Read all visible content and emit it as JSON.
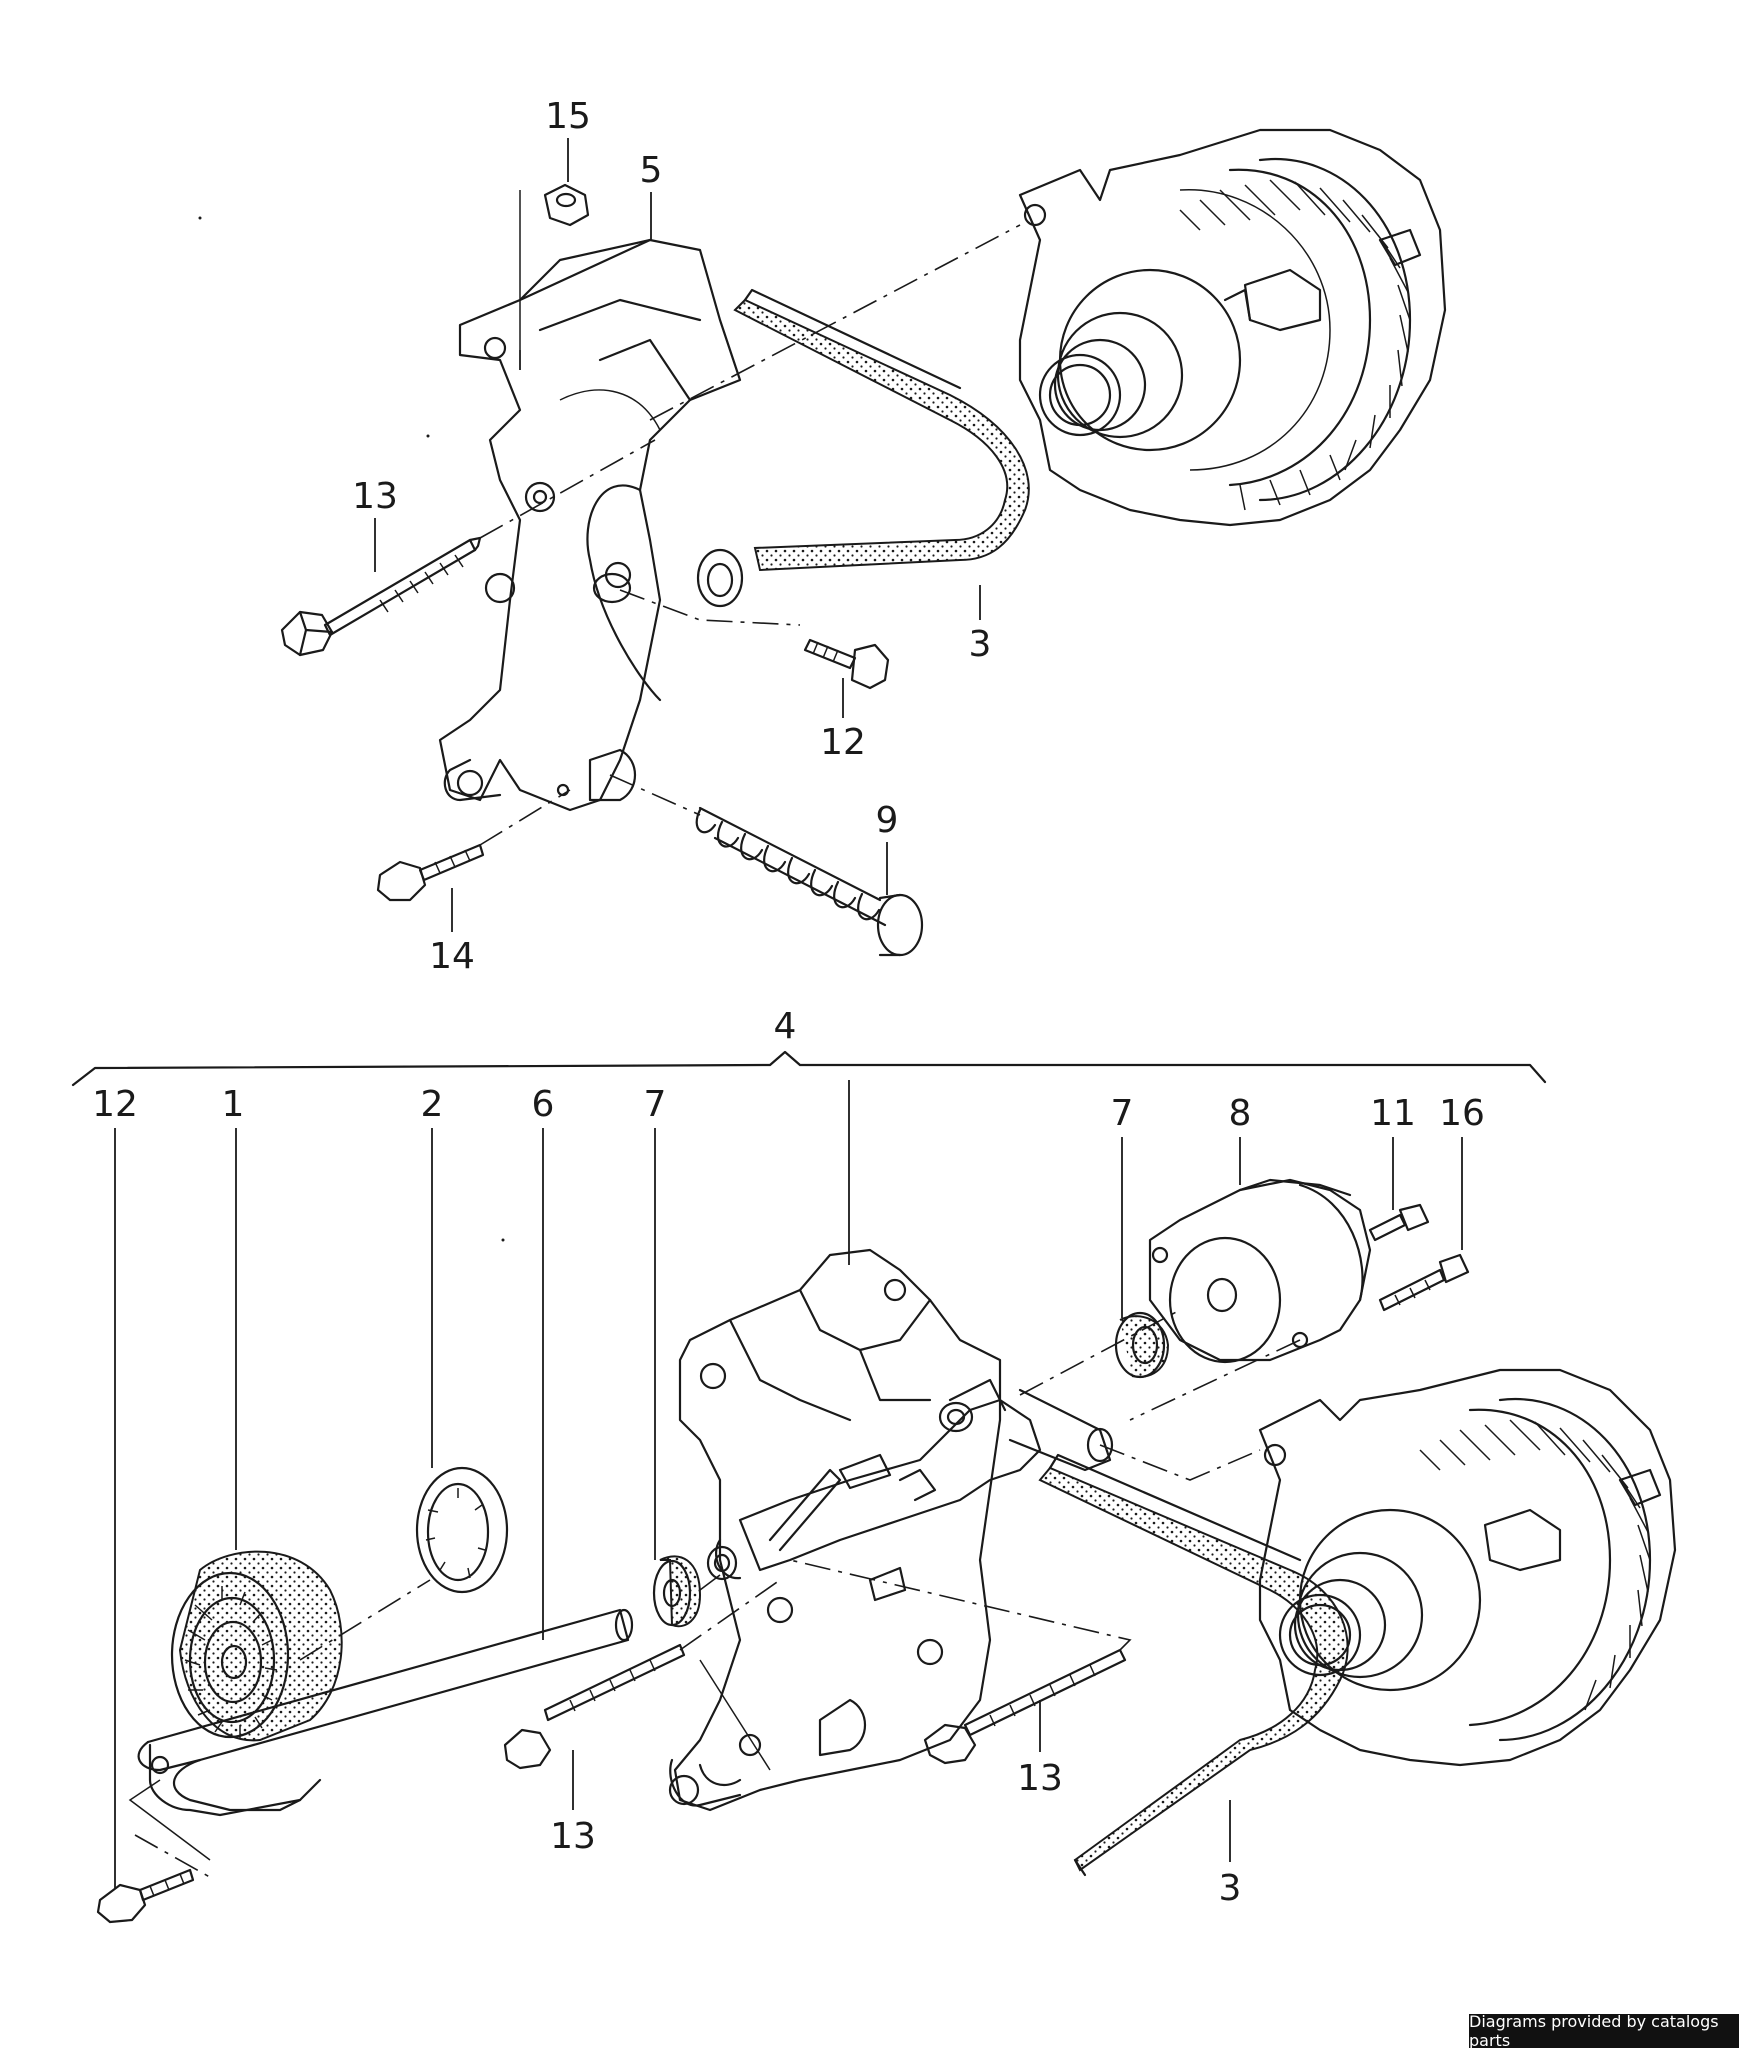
{
  "callouts": {
    "upper": {
      "c15": "15",
      "c5": "5",
      "c13": "13",
      "c3": "3",
      "c12": "12",
      "c9": "9",
      "c14": "14"
    },
    "lower": {
      "c4": "4",
      "c12": "12",
      "c1": "1",
      "c2": "2",
      "c6": "6",
      "c7a": "7",
      "c7b": "7",
      "c8": "8",
      "c11": "11",
      "c16": "16",
      "c13a": "13",
      "c13b": "13",
      "c3": "3"
    }
  },
  "footer": {
    "text": "Diagrams provided by catalogs parts"
  },
  "colors": {
    "line": "#1a1a1a",
    "background": "#ffffff",
    "footer_bg": "#111111",
    "footer_text": "#ffffff"
  }
}
